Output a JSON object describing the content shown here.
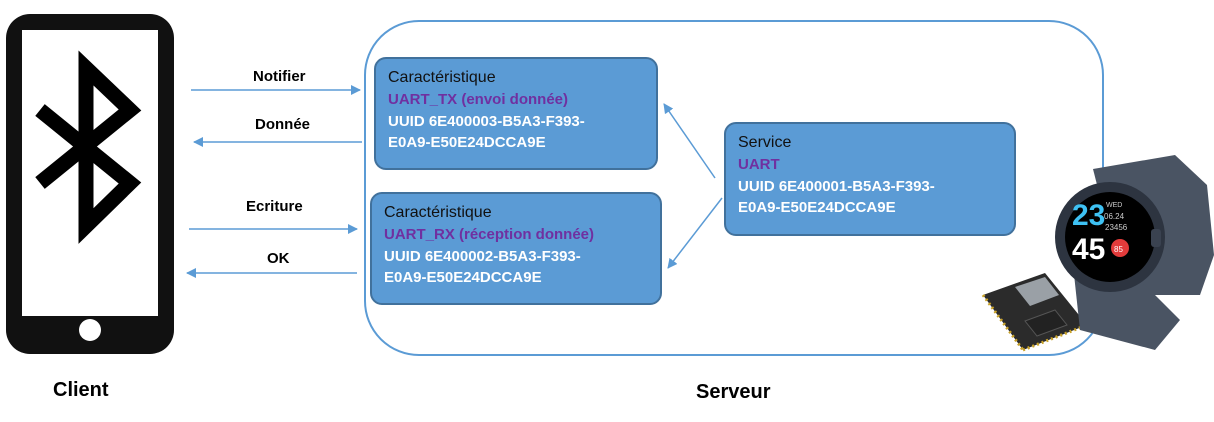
{
  "client": {
    "label": "Client"
  },
  "server": {
    "label": "Serveur"
  },
  "arrows": {
    "notifier": "Notifier",
    "donnee": "Donnée",
    "ecriture": "Ecriture",
    "ok": "OK"
  },
  "char_tx": {
    "heading": "Caractéristique",
    "name": "UART_TX (envoi donnée)",
    "uuid_line1": "UUID 6E400003-B5A3-F393-",
    "uuid_line2": "E0A9-E50E24DCCA9E"
  },
  "char_rx": {
    "heading": "Caractéristique",
    "name": "UART_RX (réception donnée)",
    "uuid_line1": "UUID 6E400002-B5A3-F393-",
    "uuid_line2": "E0A9-E50E24DCCA9E"
  },
  "service": {
    "heading": "Service",
    "name": "UART",
    "uuid_line1": "UUID 6E400001-B5A3-F393-",
    "uuid_line2": "E0A9-E50E24DCCA9E"
  },
  "smartwatch": {
    "hours": "23",
    "minutes": "45",
    "day": "WED",
    "date": "06.24",
    "steps": "23456",
    "heart": "85"
  },
  "colors": {
    "box_fill": "#5b9bd5",
    "box_border": "#41719c",
    "arrow": "#5b9bd5",
    "name_text": "#7030a0"
  },
  "icons": {
    "phone": "smartphone-icon",
    "bluetooth": "bluetooth-icon",
    "watch": "smartwatch-icon",
    "board": "esp8266-board-icon"
  }
}
